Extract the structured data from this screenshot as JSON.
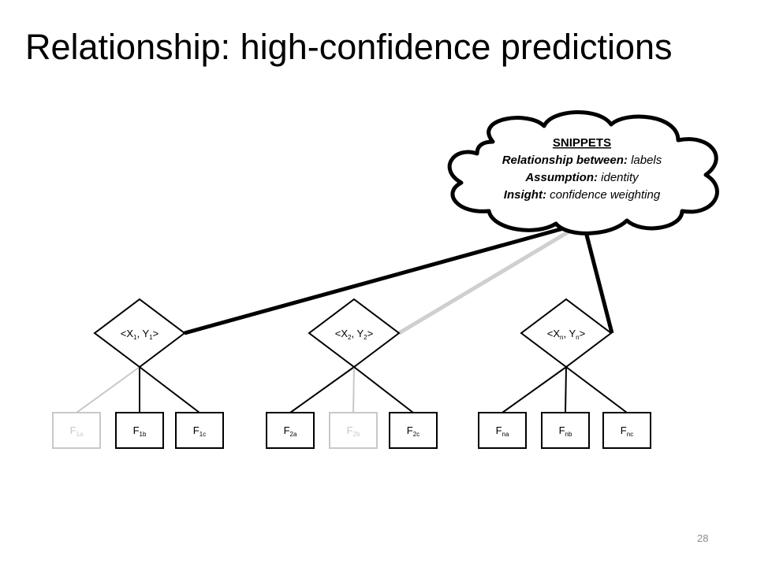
{
  "title": "Relationship: high-confidence predictions",
  "page_number": "28",
  "cloud": {
    "heading": "SNIPPETS",
    "lines": [
      {
        "bold": "Relationship between:",
        "rest": " labels"
      },
      {
        "bold": "Assumption:",
        "rest": " identity"
      },
      {
        "bold": "Insight:",
        "rest": " confidence weighting"
      }
    ]
  },
  "diamonds": [
    {
      "main": "<X",
      "sub1": "1",
      "mid": ", Y",
      "sub2": "1",
      "end": ">",
      "weight": "high"
    },
    {
      "main": "<X",
      "sub1": "2",
      "mid": ", Y",
      "sub2": "2",
      "end": ">",
      "weight": "low"
    },
    {
      "main": "<X",
      "sub1": "n",
      "mid": ", Y",
      "sub2": "n",
      "end": ">",
      "weight": "high"
    }
  ],
  "features": [
    {
      "base": "F",
      "sub": "1a",
      "active": false
    },
    {
      "base": "F",
      "sub": "1b",
      "active": true
    },
    {
      "base": "F",
      "sub": "1c",
      "active": true
    },
    {
      "base": "F",
      "sub": "2a",
      "active": true
    },
    {
      "base": "F",
      "sub": "2b",
      "active": false
    },
    {
      "base": "F",
      "sub": "2c",
      "active": true
    },
    {
      "base": "F",
      "sub": "na",
      "active": true
    },
    {
      "base": "F",
      "sub": "nb",
      "active": true
    },
    {
      "base": "F",
      "sub": "nc",
      "active": true
    }
  ],
  "colors": {
    "active": "#000000",
    "inactive": "#c8c8c8"
  }
}
